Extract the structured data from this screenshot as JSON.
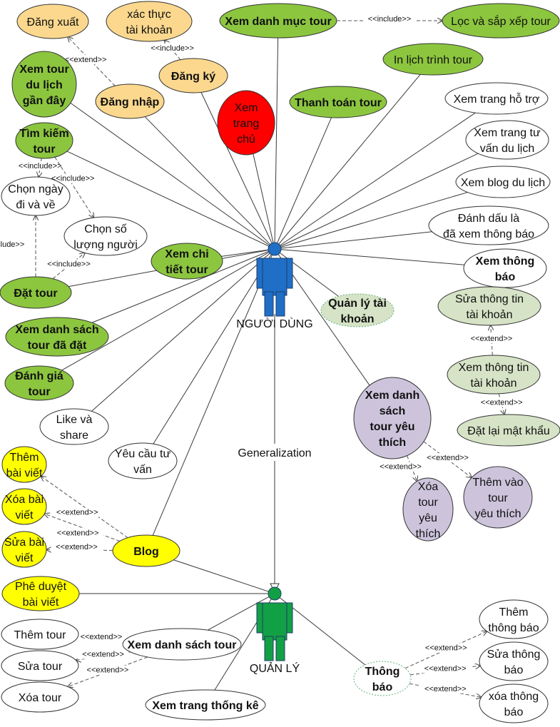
{
  "actors": [
    {
      "id": "user",
      "label": "NGƯỜI DÙNG",
      "color": "#1f6fc6"
    },
    {
      "id": "admin",
      "label": "QUẢN LÝ",
      "color": "#12a045"
    }
  ],
  "generalization_label": "Generalization",
  "stereotypes": {
    "include": "<<include>>",
    "extend": "<<extend>>"
  },
  "colors": {
    "green": "#8cc63f",
    "orange": "#fbd88e",
    "red": "#ff0000",
    "white": "#ffffff",
    "lightgreen": "#d6e3c6",
    "purple": "#cdc4dc",
    "yellow": "#ffff00"
  },
  "use_cases": [
    {
      "id": "dang-xuat",
      "lines": [
        "Đăng xuất"
      ],
      "color": "orange",
      "bold": false
    },
    {
      "id": "xac-thuc",
      "lines": [
        "xác thực",
        "tài khoản"
      ],
      "color": "orange",
      "bold": false
    },
    {
      "id": "xem-danh-muc",
      "lines": [
        "Xem danh mục tour"
      ],
      "color": "green",
      "bold": true
    },
    {
      "id": "loc-sap-xep",
      "lines": [
        "Lọc và sắp xếp tour"
      ],
      "color": "green",
      "bold": false
    },
    {
      "id": "xem-tour-gan-day",
      "lines": [
        "Xem tour",
        "du lịch",
        "gần đây"
      ],
      "color": "green",
      "bold": true
    },
    {
      "id": "dang-ky",
      "lines": [
        "Đăng ký"
      ],
      "color": "orange",
      "bold": true
    },
    {
      "id": "in-lich-trinh",
      "lines": [
        "In lịch trình tour"
      ],
      "color": "green",
      "bold": false
    },
    {
      "id": "dang-nhap",
      "lines": [
        "Đăng nhập"
      ],
      "color": "orange",
      "bold": true
    },
    {
      "id": "xem-trang-chu",
      "lines": [
        "Xem",
        "trang",
        "chủ"
      ],
      "color": "red",
      "bold": false
    },
    {
      "id": "thanh-toan",
      "lines": [
        "Thanh toán tour"
      ],
      "color": "green",
      "bold": true
    },
    {
      "id": "ho-tro",
      "lines": [
        "Xem trang hỗ trợ"
      ],
      "color": "white",
      "bold": false
    },
    {
      "id": "tim-kiem",
      "lines": [
        "Tìm kiếm",
        "tour"
      ],
      "color": "green",
      "bold": true
    },
    {
      "id": "tu-van",
      "lines": [
        "Xem trang tư",
        "vấn du lịch"
      ],
      "color": "white",
      "bold": false
    },
    {
      "id": "chon-ngay",
      "lines": [
        "Chọn ngày",
        "đi và về"
      ],
      "color": "white",
      "bold": false
    },
    {
      "id": "blog-du-lich",
      "lines": [
        "Xem blog du lịch"
      ],
      "color": "white",
      "bold": false
    },
    {
      "id": "chon-so-luong",
      "lines": [
        "Chọn số",
        "lượng người"
      ],
      "color": "white",
      "bold": false
    },
    {
      "id": "danh-dau",
      "lines": [
        "Đánh dấu là",
        "đã xem thông báo"
      ],
      "color": "white",
      "bold": false
    },
    {
      "id": "chi-tiet",
      "lines": [
        "Xem chi",
        "tiết tour"
      ],
      "color": "green",
      "bold": true
    },
    {
      "id": "xem-thong-bao",
      "lines": [
        "Xem thông",
        "báo"
      ],
      "color": "white",
      "bold": true
    },
    {
      "id": "dat-tour",
      "lines": [
        "Đặt tour"
      ],
      "color": "green",
      "bold": true
    },
    {
      "id": "sua-tt",
      "lines": [
        "Sửa thông tin",
        "tài khoản"
      ],
      "color": "lightgreen",
      "bold": false
    },
    {
      "id": "quan-ly-tk",
      "lines": [
        "Quản lý tài",
        "khoản"
      ],
      "color": "lightgreen",
      "bold": true
    },
    {
      "id": "ds-da-dat",
      "lines": [
        "Xem danh sách",
        "tour đã đặt"
      ],
      "color": "green",
      "bold": true
    },
    {
      "id": "xem-tt",
      "lines": [
        "Xem thông tin",
        "tài khoản"
      ],
      "color": "lightgreen",
      "bold": false
    },
    {
      "id": "danh-gia",
      "lines": [
        "Đánh giá",
        "tour"
      ],
      "color": "green",
      "bold": true
    },
    {
      "id": "yeu-thich",
      "lines": [
        "Xem danh",
        "sách",
        "tour yêu",
        "thích"
      ],
      "color": "purple",
      "bold": true
    },
    {
      "id": "dat-lai-mk",
      "lines": [
        "Đặt lại mật khẩu"
      ],
      "color": "lightgreen",
      "bold": false
    },
    {
      "id": "like-share",
      "lines": [
        "Like và",
        "share"
      ],
      "color": "white",
      "bold": false
    },
    {
      "id": "yeu-cau-tu-van",
      "lines": [
        "Yêu cầu tư",
        "vấn"
      ],
      "color": "white",
      "bold": false
    },
    {
      "id": "them-bai",
      "lines": [
        "Thêm",
        "bài viết"
      ],
      "color": "yellow",
      "bold": false
    },
    {
      "id": "xoa-tour-yt",
      "lines": [
        "Xóa",
        "tour",
        "yêu",
        "thích"
      ],
      "color": "purple",
      "bold": false
    },
    {
      "id": "them-tour-yt",
      "lines": [
        "Thêm vào",
        "tour",
        "yêu thích"
      ],
      "color": "purple",
      "bold": false
    },
    {
      "id": "xoa-bai",
      "lines": [
        "Xóa bài",
        "viết"
      ],
      "color": "yellow",
      "bold": false
    },
    {
      "id": "sua-bai",
      "lines": [
        "Sửa bài",
        "viết"
      ],
      "color": "yellow",
      "bold": false
    },
    {
      "id": "blog",
      "lines": [
        "Blog"
      ],
      "color": "yellow",
      "bold": true
    },
    {
      "id": "phe-duyet",
      "lines": [
        "Phê duyệt",
        "bài viết"
      ],
      "color": "yellow",
      "bold": false
    },
    {
      "id": "them-tour",
      "lines": [
        "Thêm tour"
      ],
      "color": "white",
      "bold": false
    },
    {
      "id": "ds-tour",
      "lines": [
        "Xem danh sách tour"
      ],
      "color": "white",
      "bold": true
    },
    {
      "id": "sua-tour",
      "lines": [
        "Sửa tour"
      ],
      "color": "white",
      "bold": false
    },
    {
      "id": "xoa-tour",
      "lines": [
        "Xóa tour"
      ],
      "color": "white",
      "bold": false
    },
    {
      "id": "thong-ke",
      "lines": [
        "Xem trang thống kê"
      ],
      "color": "white",
      "bold": true
    },
    {
      "id": "thong-bao",
      "lines": [
        "Thông",
        "báo"
      ],
      "color": "white",
      "bold": true
    },
    {
      "id": "them-tb",
      "lines": [
        "Thêm",
        "thông báo"
      ],
      "color": "white",
      "bold": false
    },
    {
      "id": "sua-tb",
      "lines": [
        "Sửa thông",
        "báo"
      ],
      "color": "white",
      "bold": false
    },
    {
      "id": "xoa-tb",
      "lines": [
        "xóa thông",
        "báo"
      ],
      "color": "white",
      "bold": false
    }
  ],
  "associations": [
    {
      "actor": "user",
      "use_case": "xem-danh-muc"
    },
    {
      "actor": "user",
      "use_case": "in-lich-trinh"
    },
    {
      "actor": "user",
      "use_case": "thanh-toan"
    },
    {
      "actor": "user",
      "use_case": "ho-tro"
    },
    {
      "actor": "user",
      "use_case": "tu-van"
    },
    {
      "actor": "user",
      "use_case": "blog-du-lich"
    },
    {
      "actor": "user",
      "use_case": "danh-dau"
    },
    {
      "actor": "user",
      "use_case": "xem-thong-bao"
    },
    {
      "actor": "user",
      "use_case": "quan-ly-tk"
    },
    {
      "actor": "user",
      "use_case": "yeu-thich"
    },
    {
      "actor": "user",
      "use_case": "xem-trang-chu"
    },
    {
      "actor": "user",
      "use_case": "dang-ky"
    },
    {
      "actor": "user",
      "use_case": "dang-nhap"
    },
    {
      "actor": "user",
      "use_case": "xem-tour-gan-day"
    },
    {
      "actor": "user",
      "use_case": "tim-kiem"
    },
    {
      "actor": "user",
      "use_case": "chi-tiet"
    },
    {
      "actor": "user",
      "use_case": "dat-tour"
    },
    {
      "actor": "user",
      "use_case": "ds-da-dat"
    },
    {
      "actor": "user",
      "use_case": "danh-gia"
    },
    {
      "actor": "user",
      "use_case": "like-share"
    },
    {
      "actor": "user",
      "use_case": "yeu-cau-tu-van"
    },
    {
      "actor": "user",
      "use_case": "blog"
    },
    {
      "actor": "admin",
      "use_case": "blog"
    },
    {
      "actor": "admin",
      "use_case": "phe-duyet"
    },
    {
      "actor": "admin",
      "use_case": "ds-tour"
    },
    {
      "actor": "admin",
      "use_case": "thong-ke"
    },
    {
      "actor": "admin",
      "use_case": "thong-bao"
    }
  ],
  "relations": [
    {
      "from": "xem-danh-muc",
      "to": "loc-sap-xep",
      "type": "include"
    },
    {
      "from": "dang-ky",
      "to": "xac-thuc",
      "type": "include"
    },
    {
      "from": "dang-nhap",
      "to": "dang-xuat",
      "type": "extend"
    },
    {
      "from": "tim-kiem",
      "to": "chon-ngay",
      "type": "include"
    },
    {
      "from": "tim-kiem",
      "to": "chon-so-luong",
      "type": "include"
    },
    {
      "from": "dat-tour",
      "to": "chon-ngay",
      "type": "include"
    },
    {
      "from": "dat-tour",
      "to": "chon-so-luong",
      "type": "include"
    },
    {
      "from": "xem-tt",
      "to": "sua-tt",
      "type": "extend"
    },
    {
      "from": "xem-tt",
      "to": "dat-lai-mk",
      "type": "extend"
    },
    {
      "from": "yeu-thich",
      "to": "xoa-tour-yt",
      "type": "extend"
    },
    {
      "from": "yeu-thich",
      "to": "them-tour-yt",
      "type": "extend"
    },
    {
      "from": "blog",
      "to": "them-bai",
      "type": "extend"
    },
    {
      "from": "blog",
      "to": "xoa-bai",
      "type": "extend"
    },
    {
      "from": "blog",
      "to": "sua-bai",
      "type": "extend"
    },
    {
      "from": "ds-tour",
      "to": "them-tour",
      "type": "extend"
    },
    {
      "from": "ds-tour",
      "to": "sua-tour",
      "type": "extend"
    },
    {
      "from": "ds-tour",
      "to": "xoa-tour",
      "type": "extend"
    },
    {
      "from": "thong-bao",
      "to": "them-tb",
      "type": "extend"
    },
    {
      "from": "thong-bao",
      "to": "sua-tb",
      "type": "extend"
    },
    {
      "from": "thong-bao",
      "to": "xoa-tb",
      "type": "extend"
    }
  ]
}
